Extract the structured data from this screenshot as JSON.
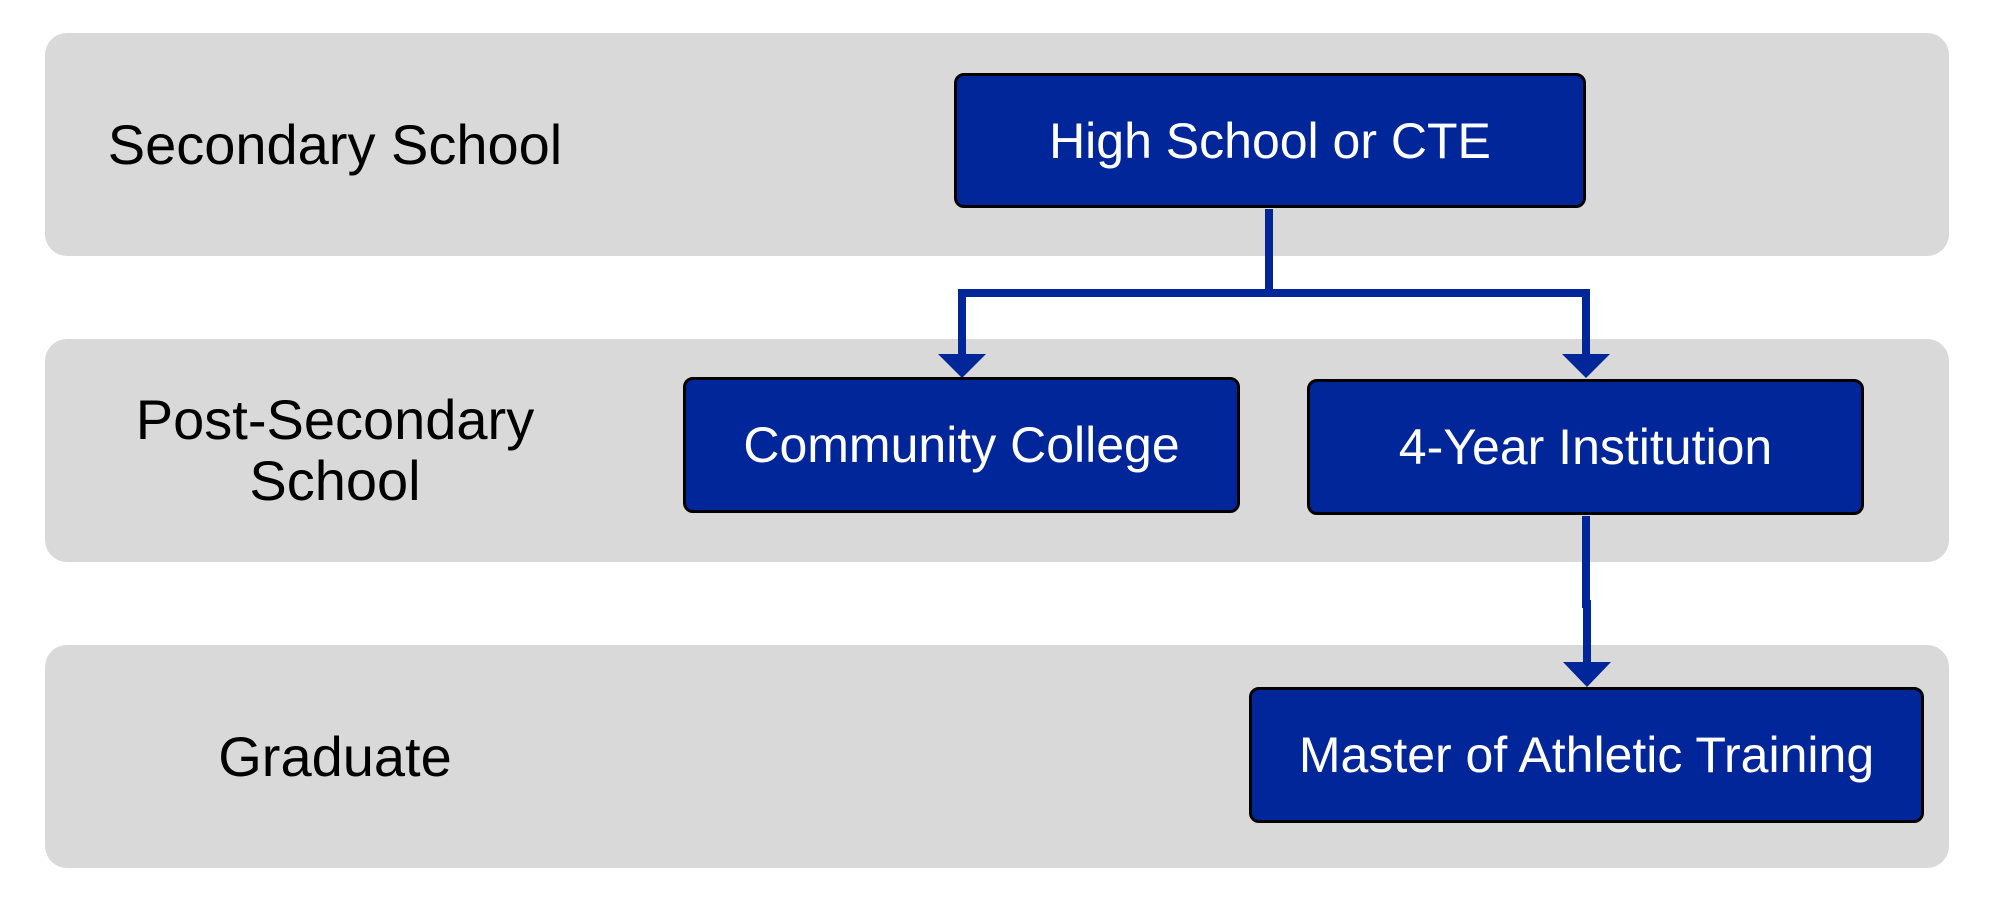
{
  "colors": {
    "band_fill": "#d9d9d9",
    "node_fill": "#002699",
    "node_border": "#000000",
    "node_text": "#ffffff",
    "connector": "#002699",
    "label_text": "#000000"
  },
  "levels": [
    {
      "id": "secondary",
      "label": "Secondary School"
    },
    {
      "id": "post_secondary",
      "label": "Post-Secondary\nSchool"
    },
    {
      "id": "graduate",
      "label": "Graduate"
    }
  ],
  "nodes": {
    "high_school": {
      "label": "High School or CTE"
    },
    "community_college": {
      "label": "Community College"
    },
    "four_year": {
      "label": "4-Year Institution"
    },
    "master_at": {
      "label": "Master of Athletic Training"
    }
  },
  "edges": [
    {
      "from": "high_school",
      "to": "community_college"
    },
    {
      "from": "high_school",
      "to": "four_year"
    },
    {
      "from": "four_year",
      "to": "master_at"
    }
  ]
}
